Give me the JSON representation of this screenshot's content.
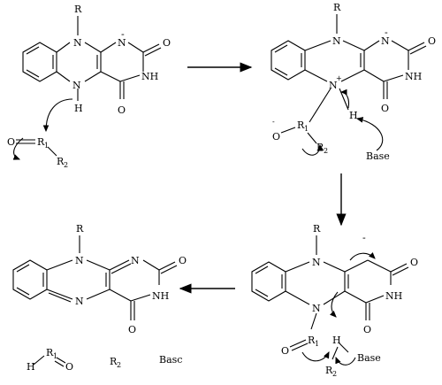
{
  "atoms": {
    "R": "R",
    "N": "N",
    "NH": "NH",
    "H": "H",
    "O": "O",
    "N_plus": "N",
    "plus": "+",
    "minus": "-",
    "R1": "R",
    "R1_sub": "1",
    "R2": "R",
    "R2_sub": "2",
    "O_minus": "O",
    "base": "Base",
    "base_alt": "Basc"
  },
  "colors": {
    "ink": "#000000",
    "background": "#ffffff"
  }
}
